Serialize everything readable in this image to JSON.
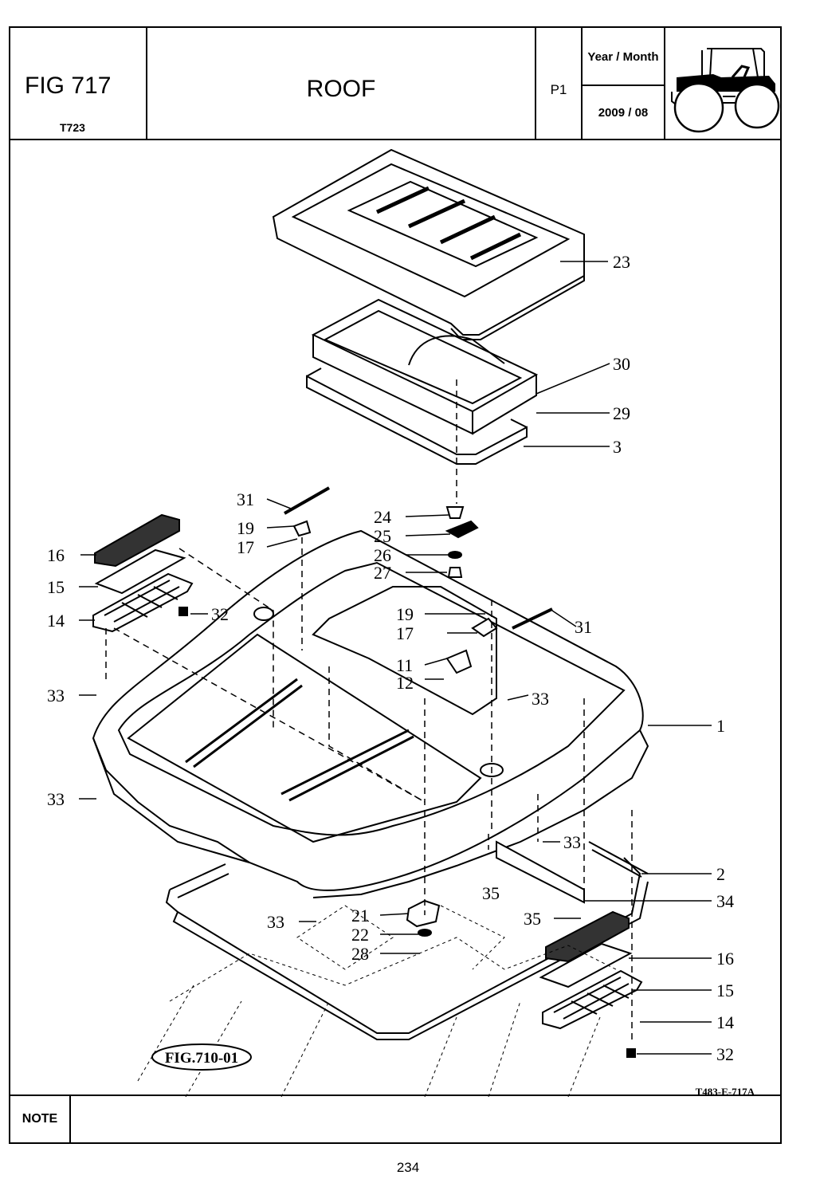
{
  "header": {
    "fig_label": "FIG 717",
    "model": "T723",
    "title": "ROOF",
    "page_code": "P1",
    "year_month_label": "Year / Month",
    "year_month_value": "2009 / 08"
  },
  "drawing": {
    "ref_figure": "FIG.710-01",
    "drawing_code": "T483-E-717A",
    "icons": [
      "tractor-icon"
    ],
    "callouts": {
      "c23": "23",
      "c30": "30",
      "c29": "29",
      "c3": "3",
      "c31a": "31",
      "c19a": "19",
      "c17a": "17",
      "c24": "24",
      "c25": "25",
      "c26": "26",
      "c27": "27",
      "c16a": "16",
      "c15a": "15",
      "c14a": "14",
      "c32a": "32",
      "c19b": "19",
      "c17b": "17",
      "c31b": "31",
      "c11": "11",
      "c12": "12",
      "c33a": "33",
      "c33b": "33",
      "c1": "1",
      "c33c": "33",
      "c33d": "33",
      "c2": "2",
      "c35a": "35",
      "c34": "34",
      "c33e": "33",
      "c21": "21",
      "c22": "22",
      "c28": "28",
      "c35b": "35",
      "c16b": "16",
      "c15b": "15",
      "c14b": "14",
      "c32b": "32"
    }
  },
  "footer": {
    "note_label": "NOTE",
    "note_text": "",
    "page_number": "234"
  }
}
